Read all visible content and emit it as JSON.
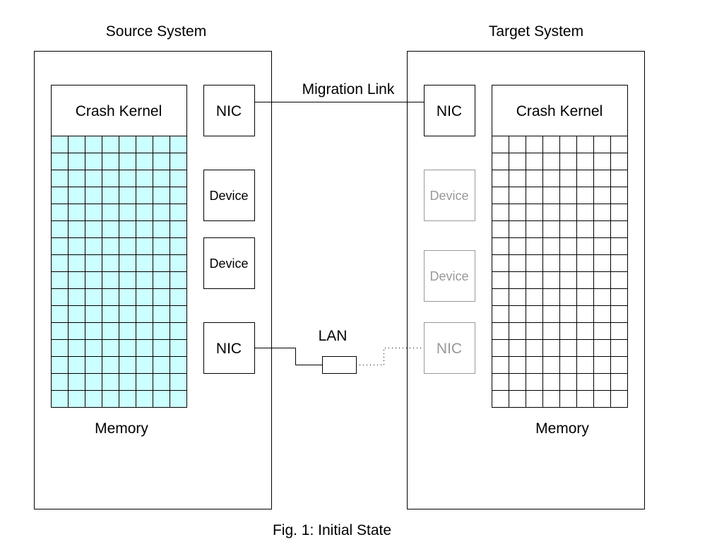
{
  "source": {
    "title": "Source System",
    "crash_kernel": "Crash Kernel",
    "memory": "Memory",
    "nic_top": "NIC",
    "device1": "Device",
    "device2": "Device",
    "nic_bottom": "NIC"
  },
  "target": {
    "title": "Target System",
    "crash_kernel": "Crash Kernel",
    "memory": "Memory",
    "nic_top": "NIC",
    "device1": "Device",
    "device2": "Device",
    "nic_bottom": "NIC"
  },
  "links": {
    "migration": "Migration Link",
    "lan": "LAN"
  },
  "caption": "Fig. 1: Initial State",
  "colors": {
    "source_memory_fill": "#ccffff",
    "inactive": "#999999"
  },
  "memory_grid": {
    "columns": 8,
    "rows": 16
  }
}
